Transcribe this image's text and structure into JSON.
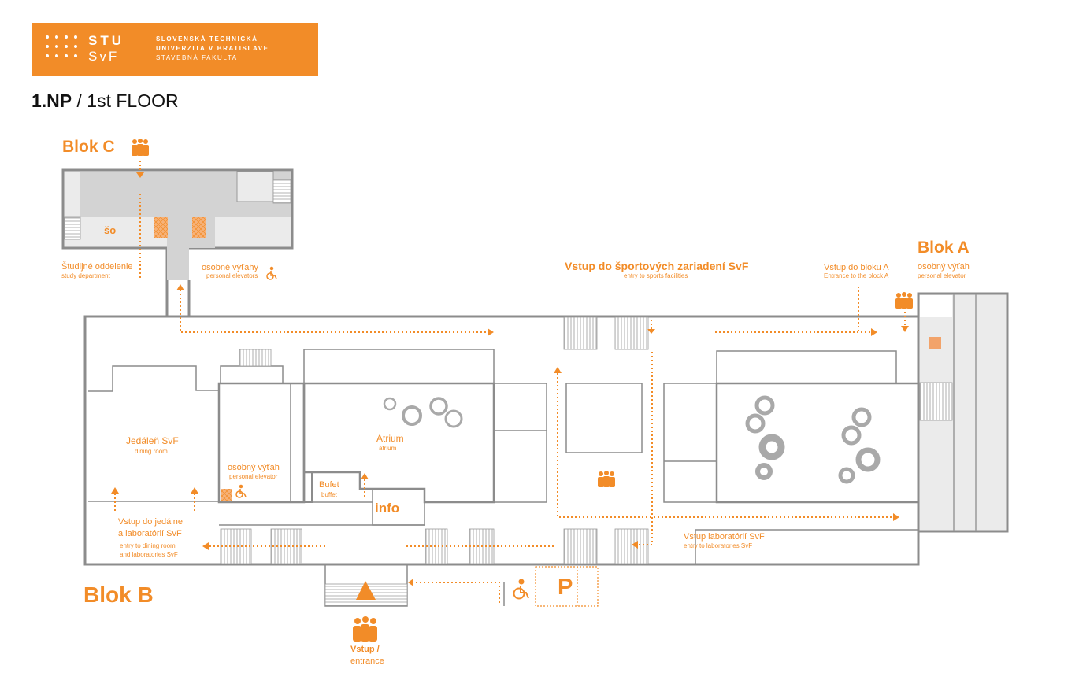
{
  "logo": {
    "short_top": "STU",
    "short_bottom": "SvF",
    "line1": "SLOVENSKÁ TECHNICKÁ",
    "line2": "UNIVERZITA V BRATISLAVE",
    "line3": "STAVEBNÁ FAKULTA"
  },
  "floor": {
    "code": "1.NP",
    "name": " / 1st FLOOR"
  },
  "blocks": {
    "c": "Blok C",
    "a": "Blok A",
    "b": "Blok B"
  },
  "rooms": {
    "so": "šo",
    "jedalen": "Jedáleň SvF",
    "jedalen_en": "dining room",
    "atrium": "Atrium",
    "atrium_en": "atrium",
    "bufet": "Bufet",
    "bufet_en": "buffet",
    "info": "info"
  },
  "labels": {
    "study_sk": "Študijné oddelenie",
    "study_en": "study department",
    "elevators_sk": "osobné výťahy",
    "elevators_en": "personal elevators",
    "elevator_b_sk": "osobný výťah",
    "elevator_b_en": "personal elevator",
    "sports_sk": "Vstup do športových zariadení SvF",
    "sports_en": "entry to sports facilities",
    "block_a_entry_sk": "Vstup do bloku A",
    "block_a_entry_en": "Entrance to the block A",
    "elevator_a_sk": "osobný výťah",
    "elevator_a_en": "personal elevator",
    "dining_entry_sk_1": "Vstup do jedálne",
    "dining_entry_sk_2": "a laboratórií SvF",
    "dining_entry_en_1": "entry to dining room",
    "dining_entry_en_2": "and laboratories SvF",
    "labs_sk": "Vstup laboratórií SvF",
    "labs_en": "entry to laboratories SvF",
    "entrance_sk": "Vstup /",
    "entrance_en": "entrance",
    "parking": "P"
  },
  "icons": {
    "people": "people-group-icon",
    "wheelchair": "wheelchair-icon",
    "elevator": "elevator-icon",
    "parking": "parking-icon"
  },
  "colors": {
    "accent": "#f28c28",
    "wall": "#8c8c8c",
    "fill": "#d9d9d9",
    "fill_light": "#ebebeb"
  }
}
